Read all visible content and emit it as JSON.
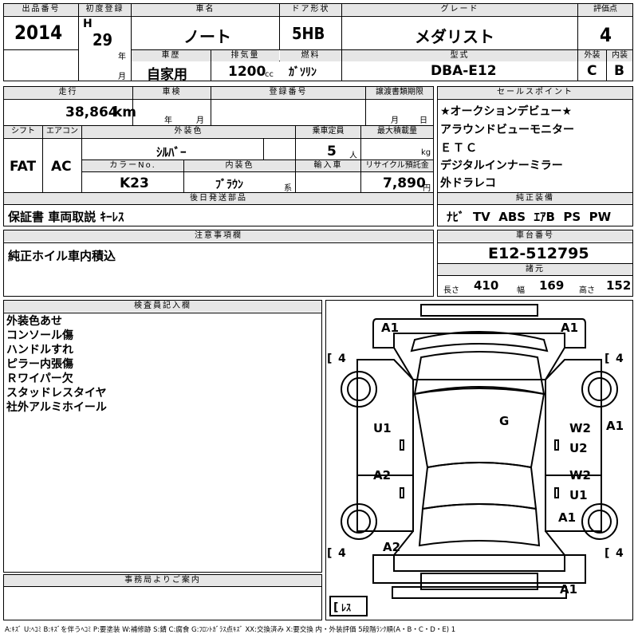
{
  "header": {
    "lot_label": "出品番号",
    "lot_value": "2014",
    "first_reg_label": "初度登録",
    "era": "H",
    "reg_year": "29",
    "year_unit": "年",
    "month_unit": "月",
    "car_name_label": "車名",
    "car_name": "ノート",
    "door_label": "ドア形状",
    "door": "5HB",
    "grade_label": "グレード",
    "grade": "メダリスト",
    "score_label": "評価点",
    "score": "4",
    "history_label": "車歴",
    "history": "自家用",
    "displacement_label": "排気量",
    "displacement": "1200",
    "displacement_unit": "cc",
    "fuel_label": "燃料",
    "fuel": "ｶﾞｿﾘﾝ",
    "model_label": "型式",
    "model": "DBA-E12",
    "exterior_label": "外装",
    "exterior": "C",
    "interior_label": "内装",
    "interior": "B"
  },
  "row2": {
    "mileage_label": "走行",
    "mileage": "38,864",
    "mileage_unit": "km",
    "inspection_label": "車検",
    "insp_year": "年",
    "insp_month": "月",
    "plate_label": "登録番号",
    "transfer_label": "譲渡書類期限",
    "transfer_month": "月",
    "transfer_day": "日",
    "shift_label": "シフト",
    "shift": "FAT",
    "ac_label": "エアコン",
    "ac": "AC",
    "color_label": "外装色",
    "color": "ｼﾙﾊﾞｰ",
    "capacity_label": "乗車定員",
    "capacity": "5",
    "capacity_unit": "人",
    "maxload_label": "最大積載量",
    "maxload_unit": "kg",
    "color_no_label": "カラーNo.",
    "color_no": "K23",
    "int_color_label": "内装色",
    "int_color": "ﾌﾞﾗｳﾝ",
    "int_color_suffix": "系",
    "import_label": "輸入車",
    "recycle_label": "リサイクル預託金",
    "recycle": "7,890",
    "recycle_unit": "円",
    "later_label": "後日発送部品",
    "later": "保証書 車両取説 ｷｰﾚｽ"
  },
  "selling": {
    "label": "セールスポイント",
    "items": [
      "★オークションデビュー★",
      "アラウンドビューモニター",
      "ＥＴＣ",
      "デジタルインナーミラー",
      "外ドラレコ"
    ]
  },
  "equipment": {
    "label": "純正装備",
    "value": "ﾅﾋﾞ  TV  ABS  ｴｱB  PS  PW"
  },
  "notes": {
    "label": "注意事項欄",
    "value": "純正ホイル車内積込"
  },
  "chassis": {
    "label": "車台番号",
    "value": "E12-512795",
    "dims_label": "諸元",
    "length_label": "長さ",
    "length": "410",
    "width_label": "幅",
    "width": "169",
    "height_label": "高さ",
    "height": "152"
  },
  "inspector": {
    "label": "検査員記入欄",
    "lines": [
      "外装色あせ",
      "コンソール傷",
      "ハンドルすれ",
      "ピラー内張傷",
      "Ｒワイパー欠",
      "スタッドレスタイヤ",
      "社外アルミホイール"
    ]
  },
  "office": {
    "label": "事務局よりご案内"
  },
  "diagram": {
    "marks": [
      "A1",
      "A1",
      "G",
      "U1",
      "W2",
      "U2",
      "A1",
      "A2",
      "W2",
      "U1",
      "A1",
      "A2",
      "A1"
    ],
    "tread": [
      "4",
      "4",
      "4",
      "4"
    ],
    "spare": "ﾚｽ"
  },
  "legend": "A:ｷｽﾞ U:ﾍｺﾐ B:ｷｽﾞを伴うﾍｺﾐ P:要塗装 W:補修跡 S:錆 C:腐食 G:ﾌﾛﾝﾄｶﾞﾗｽ点ｷｽﾞ XX:交換済み X:要交換 内・外装評価 5段階ﾗﾝｸ順(A・B・C・D・E) 1"
}
